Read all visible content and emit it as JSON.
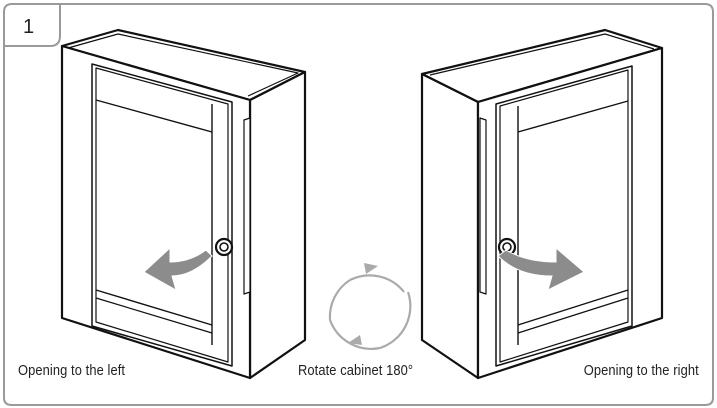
{
  "step": {
    "number": "1"
  },
  "captions": {
    "left": "Opening to the left",
    "middle": "Rotate cabinet 180°",
    "right": "Opening to the right"
  },
  "colors": {
    "frame": "#9a9a9a",
    "line": "#111111",
    "arrow_fill": "#8c8c8c",
    "rotate_arrow": "#aaaaaa"
  }
}
